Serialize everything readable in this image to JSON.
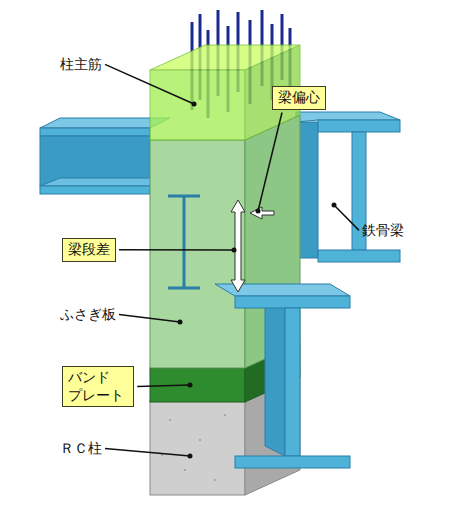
{
  "diagram": {
    "nodes": [
      {
        "text": [
          "梁偏心"
        ]
      },
      {
        "text": [
          "梁段差"
        ]
      },
      {
        "text": [
          "バンド プレート"
        ]
      }
    ],
    "labels": [
      "柱主筋",
      "鉄骨梁",
      "ふさぎ板",
      "ＲＣ柱"
    ]
  }
}
